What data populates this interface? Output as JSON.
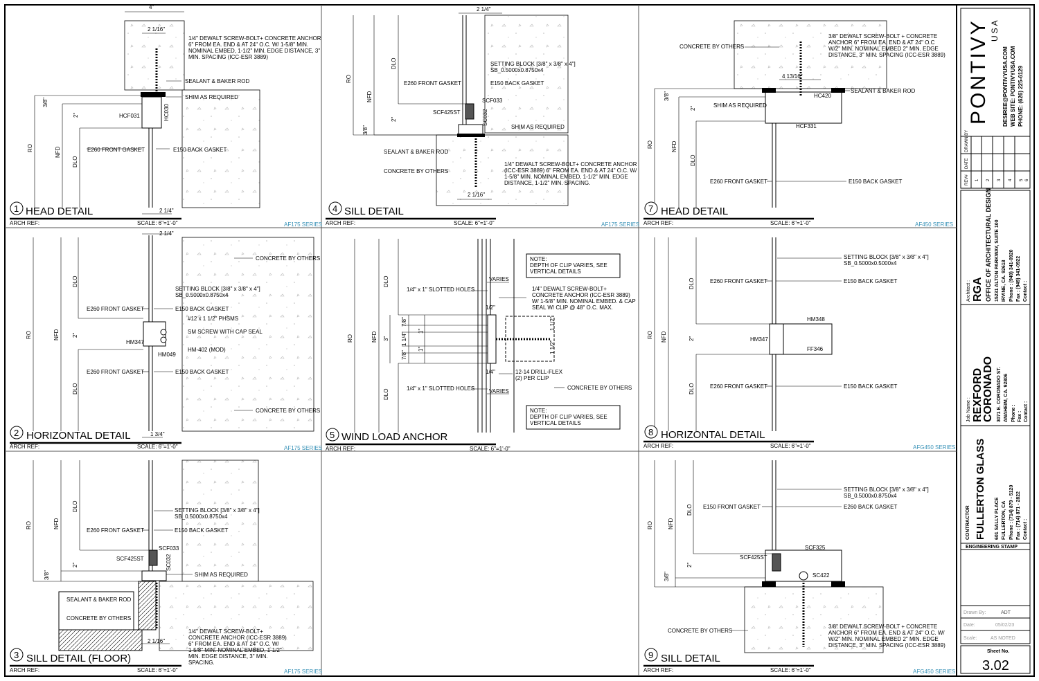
{
  "details": [
    {
      "number": "1",
      "title": "HEAD DETAIL",
      "arch_ref": "ARCH REF:",
      "scale": "SCALE: 6\"=1'-0\"",
      "series": "AF175 SERIES",
      "labels": [
        "1/4\" DEWALT SCREW-BOLT+ CONCRETE ANCHOR",
        "6\" FROM EA. END & AT 24\" O.C. W/ 1-5/8\" MIN.",
        "NOMINAL EMBED, 1-1/2\" MIN. EDGE DISTANCE, 3\"",
        "MIN. SPACING (ICC-ESR 3889)",
        "SEALANT & BAKER ROD",
        "SHIM AS REQUIRED",
        "HCF031",
        "HC030",
        "E260 FRONT GASKET",
        "E150 BACK GASKET"
      ],
      "dims": [
        "4\"",
        "2 1/16\"",
        "3/8\"",
        "2\"",
        "RO",
        "NFD",
        "DLO",
        "2 1/4\""
      ]
    },
    {
      "number": "4",
      "title": "SILL DETAIL",
      "arch_ref": "ARCH REF:",
      "scale": "SCALE: 6\"=1'-0\"",
      "series": "AF175 SERIES",
      "labels": [
        "SETTING BLOCK [3/8\" x 3/8\" x 4\"]",
        "SB_0.5000x0.8750x4",
        "E260 FRONT GASKET",
        "E150 BACK GASKET",
        "SCF033",
        "SCF425ST",
        "SC032",
        "SHIM AS REQUIRED",
        "SEALANT & BAKER ROD",
        "CONCRETE BY OTHERS",
        "1/4\" DEWALT SCREW-BOLT+ CONCRETE ANCHOR",
        "(ICC-ESR 3889) 6\" FROM EA. END & AT 24\" O.C. W/",
        "1-5/8\" MIN. NOMINAL EMBED, 1-1/2\" MIN. EDGE",
        "DISTANCE, 1-1/2\" MIN. SPACING."
      ],
      "dims": [
        "2 1/4\"",
        "DLO",
        "RO",
        "NFD",
        "2\"",
        "3/8\"",
        "2 1/16\""
      ]
    },
    {
      "number": "7",
      "title": "HEAD DETAIL",
      "arch_ref": "ARCH REF:",
      "scale": "SCALE: 6\"=1'-0\"",
      "series": "AF450 SERIES",
      "labels": [
        "CONCRETE BY OTHERS",
        "3/8\" DEWALT SCREW-BOLT + CONCRETE",
        "ANCHOR 6\" FROM EA. END & AT 24\" O.C",
        "W/2\" MIN. NOMINAL EMBED 2\" MIN. EDGE",
        "DISTANCE, 3\" MIN. SPACING (ICC-ESR 3889)",
        "SEALANT & BAKER ROD",
        "HC420",
        "SHIM AS REQUIRED",
        "HCF331",
        "E260 FRONT GASKET",
        "E150 BACK GASKET"
      ],
      "dims": [
        "4 13/16\"",
        "3/8\"",
        "2\"",
        "RO",
        "NFD",
        "DLO"
      ]
    },
    {
      "number": "2",
      "title": "HORIZONTAL DETAIL",
      "arch_ref": "ARCH REF:",
      "scale": "SCALE: 6\"=1'-0\"",
      "series": "AF175 SERIES",
      "labels": [
        "CONCRETE BY OTHERS",
        "SETTING BLOCK [3/8\" x 3/8\" x 4\"]",
        "SB_0.5000x0.8750x4",
        "E260 FRONT GASKET",
        "E150 BACK GASKET",
        "#12 x 1 1/2\" PHSMS",
        "SM SCREW WITH CAP SEAL",
        "HM347",
        "HM-402 (MOD)",
        "HM049",
        "E260 FRONT GASKET",
        "E150 BACK GASKET",
        "CONCRETE BY OTHERS"
      ],
      "dims": [
        "2 1/4\"",
        "DLO",
        "RO",
        "NFD",
        "2\"",
        "DLO",
        "1 3/4\""
      ]
    },
    {
      "number": "5",
      "title": "WIND LOAD ANCHOR",
      "arch_ref": "ARCH REF:",
      "scale": "SCALE: 6\"=1'-0\"",
      "series": "",
      "labels": [
        "NOTE:",
        "DEPTH OF CLIP VARIES, SEE",
        "VERTICAL DETAILS",
        "VARIES",
        "1/4\" x 1\" SLOTTED HOLES",
        "1/4\" DEWALT SCREW-BOLT+",
        "CONCRETE ANCHOR (ICC-ESR 3889)",
        "W/ 1-5/8\" MIN. NOMINAL EMBED. & CAP",
        "SEAL W/ CLIP @ 48\" O.C. MAX.",
        "12-14 DRILL-FLEX",
        "(2) PER CLIP",
        "CONCRETE BY OTHERS",
        "1/4\" x 1\" SLOTTED HOLES",
        "VARIES",
        "NOTE:",
        "DEPTH OF CLIP VARIES, SEE",
        "VERTICAL DETAILS"
      ],
      "dims": [
        "DLO",
        "RO",
        "NFD",
        "3\"",
        "DLO",
        "1/2\"",
        "7/8\"",
        "1 1/4\"",
        "7/8\"",
        "1\"",
        "1\"",
        "1 1/2\"",
        "1 1/2\"",
        "1/4\""
      ]
    },
    {
      "number": "8",
      "title": "HORIZONTAL DETAIL",
      "arch_ref": "ARCH REF:",
      "scale": "SCALE: 6\"=1'-0\"",
      "series": "AFG450 SERIES",
      "labels": [
        "SETTING BLOCK [3/8\" x 3/8\" x 4\"]",
        "SB_0.5000x0.5000x4",
        "E260 FRONT GASKET",
        "E150 BACK GASKET",
        "HM348",
        "HM347",
        "FF346",
        "E260 FRONT GASKET",
        "E150 BACK GASKET"
      ],
      "dims": [
        "DLO",
        "RO",
        "NFD",
        "2\"",
        "DLO"
      ]
    },
    {
      "number": "3",
      "title": "SILL DETAIL (FLOOR)",
      "arch_ref": "ARCH REF:",
      "scale": "SCALE: 6\"=1'-0\"",
      "series": "AF175 SERIES",
      "labels": [
        "SETTING BLOCK [3/8\" x 3/8\" x 4\"]",
        "SB_0.5000x0.8750x4",
        "E260 FRONT GASKET",
        "E150 BACK GASKET",
        "SCF033",
        "SCF425ST",
        "SC032",
        "SHIM AS REQUIRED",
        "SEALANT & BAKER ROD",
        "CONCRETE BY OTHERS",
        "1/4\" DEWALT SCREW-BOLT+",
        "CONCRETE ANCHOR (ICC-ESR 3889)",
        "6\" FROM EA. END & AT 24\" O.C. W/",
        "1-5/8\" MIN. NOMINAL EMBED, 1-1/2\"",
        "MIN. EDGE DISTANCE, 3\" MIN.",
        "SPACING."
      ],
      "dims": [
        "DLO",
        "RO",
        "NFD",
        "2\"",
        "3/8\"",
        "2 1/16\""
      ]
    },
    {
      "number": "9",
      "title": "SILL DETAIL",
      "arch_ref": "ARCH REF:",
      "scale": "SCALE: 6\"=1'-0\"",
      "series": "AFG450 SERIES",
      "labels": [
        "SETTING BLOCK [3/8\" x 3/8\" x 4\"]",
        "SB_0.5000x0.8750x4",
        "E150 FRONT GASKET",
        "E260 BACK GASKET",
        "SCF325",
        "SCF425ST",
        "SC422",
        "CONCRETE BY OTHERS",
        "3/8\" DEWALT SCREW-BOLT + CONCRETE",
        "ANCHOR 6\" FROM EA. END & AT 24\" O.C. W/",
        "W/2\" MIN. NOMINAL EMBED 2\" MIN. EDGE",
        "DISTANCE, 3\" MIN. SPACING (ICC-ESR 3889)"
      ],
      "dims": [
        "DLO",
        "RO",
        "NFD",
        "2\"",
        "3/8\""
      ]
    }
  ],
  "title_block": {
    "company": "PONTIVY",
    "company_sub": "USA",
    "email": "DESIREE@PONTIVYUSA.COM",
    "website": "WEB SITE: PONTIVYUSA.COM",
    "phone": "PHONE: (626) 225-6129",
    "rev_headers": [
      "REV#",
      "DATE",
      "DRAWN BY"
    ],
    "rev_numbers": [
      "1",
      "2",
      "3",
      "4",
      "5",
      "6"
    ],
    "architect_label": "Architect :",
    "architect_name": "RGA",
    "architect_line1": "OFFICE OF ARCHITECTURAL DESIGN",
    "architect_line2": "15231 ALTON PARKWAY, SUITE 100",
    "architect_line3": "IRVINE, CA. 92618",
    "architect_phone": "Phone  :  (949) 341-0920",
    "architect_fax": "Fax       :  (949) 341-0922",
    "architect_contact": "Contact :",
    "job_label": "Job  Name :",
    "job_name1": "REXFORD",
    "job_name2": "CORONADO",
    "job_line1": "3071 E. CORONADO ST.",
    "job_line2": "ANAHEIM, CA. 92806",
    "job_phone": "Phone  :",
    "job_fax": "Fax      :",
    "job_contact": "Contact :",
    "contractor_label": "CONTRACTOR",
    "contractor_name": "FULLERTON GLASS",
    "contractor_line1": "601 SALLY PLACE",
    "contractor_line2": "FULLERTON, CA",
    "contractor_phone": "Phone  :  (714) 879 - 5120",
    "contractor_fax": "Fax       :  (714) 871 - 2822",
    "contractor_contact": "Contact :",
    "stamp_label": "ENGINEERING STAMP",
    "drawn_by_label": "Drawn By:",
    "drawn_by": "ADT",
    "date_label": "Date:",
    "date": "05/02/23",
    "scale_label": "Scale:",
    "scale": "AS NOTED",
    "sheet_label": "Sheet No.",
    "sheet_no": "3.02"
  }
}
